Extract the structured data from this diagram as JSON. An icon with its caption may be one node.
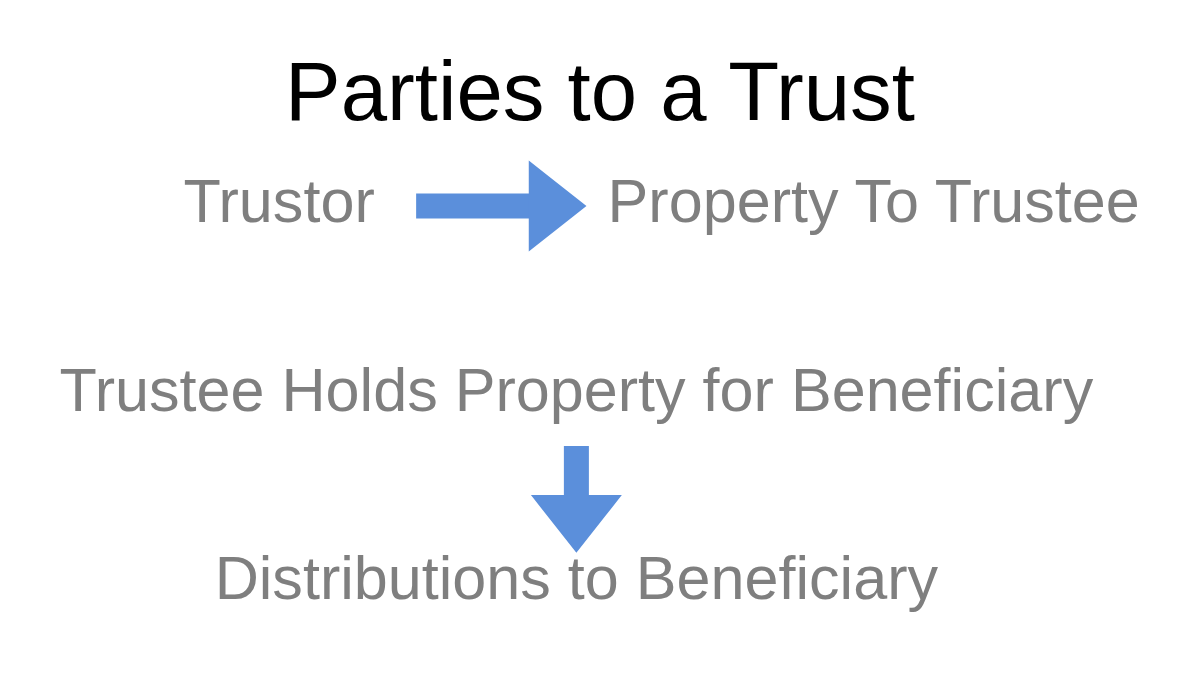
{
  "diagram": {
    "title": "Parties to a Trust",
    "nodes": [
      {
        "text": [
          "Trustor"
        ]
      },
      {
        "text": [
          "Property To Trustee"
        ]
      },
      {
        "text": [
          "Trustee Holds Property for Beneficiary"
        ]
      },
      {
        "text": [
          "Distributions to Beneficiary"
        ]
      }
    ],
    "edges": [
      {
        "from": 0,
        "to": 1,
        "arrow": "to"
      },
      {
        "from": 2,
        "to": 3,
        "arrow": "to"
      }
    ]
  }
}
